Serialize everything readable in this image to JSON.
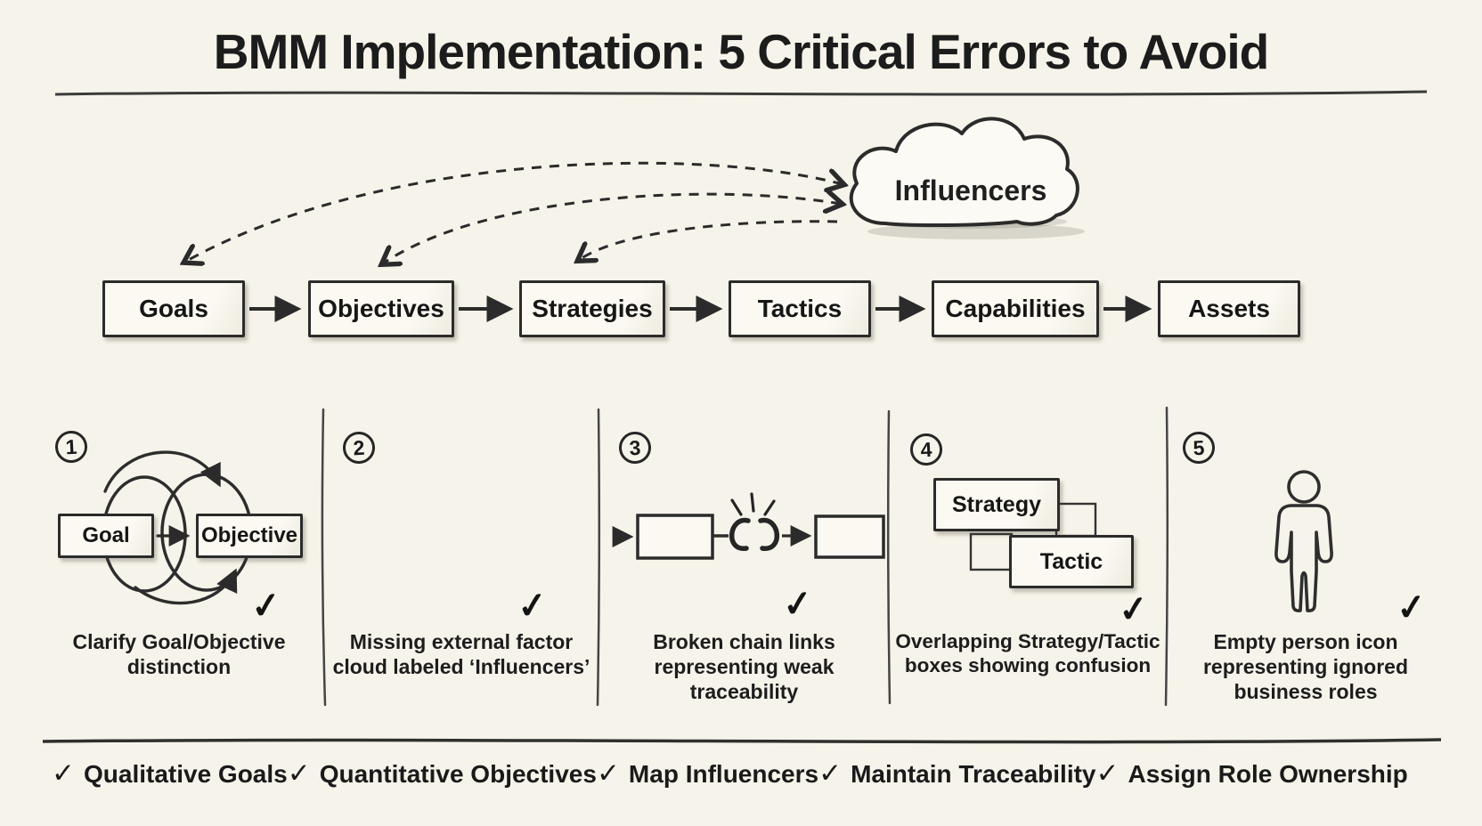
{
  "title": "BMM Implementation: 5 Critical Errors to Avoid",
  "flow": {
    "boxes": [
      "Goals",
      "Objectives",
      "Strategies",
      "Tactics",
      "Capabilities",
      "Assets"
    ],
    "cloud_label": "Influencers"
  },
  "panels": [
    {
      "number": "1",
      "caption": "Clarify Goal/Objective distinction",
      "goal_label": "Goal",
      "objective_label": "Objective"
    },
    {
      "number": "2",
      "caption": "Missing external factor cloud labeled ‘Influencers’"
    },
    {
      "number": "3",
      "caption": "Broken chain links representing weak traceability"
    },
    {
      "number": "4",
      "caption": "Overlapping Strategy/Tactic boxes showing confusion",
      "strategy_label": "Strategy",
      "tactic_label": "Tactic"
    },
    {
      "number": "5",
      "caption": "Empty person icon representing ignored business roles"
    }
  ],
  "check_glyph": "✓",
  "checklist": [
    "Qualitative Goals",
    "Quantitative Objectives",
    "Map Influencers",
    "Maintain Traceability",
    "Assign Role Ownership"
  ],
  "colors": {
    "background": "#f6f3ea",
    "ink": "#2b2b2b",
    "box_fill": "#fbf9f2"
  }
}
